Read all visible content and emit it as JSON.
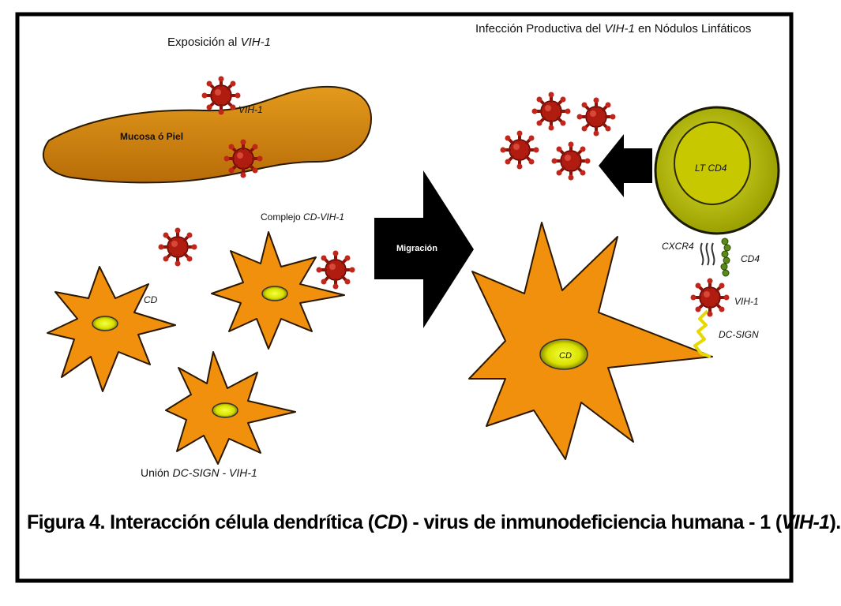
{
  "labels": {
    "exposure_title": "Exposición al",
    "exposure_virus": "VIH-1",
    "productive_title": "Infección Productiva del",
    "productive_virus": "VIH-1",
    "productive_tail": "en Nódulos Linfáticos",
    "virus": "VIH-1",
    "mucosa": "Mucosa ó Piel",
    "cd": "CD",
    "complex_prefix": "Complejo",
    "complex_suffix": "CD-VIH-1",
    "union_prefix": "Unión",
    "union_suffix": "DC-SIGN - VIH-1",
    "migration": "Migración",
    "lt": "LT CD4",
    "cxcr4": "CXCR4",
    "cd4": "CD4",
    "virus_right": "VIH-1",
    "dcsign": "DC-SIGN",
    "cd_big": "CD"
  },
  "caption": {
    "p1": "Figura 4. Interacción célula dendrítica (",
    "cd": "CD",
    "p2": ") - virus de inmunodeficiencia humana - 1 (",
    "vih": "VIH-1",
    "p3": ")."
  },
  "colors": {
    "cell_orange": "#f0900c",
    "nucleus_yellow": "#e8f000",
    "virus_red": "#b01c10",
    "mucosa_brown": "#d3860e",
    "lymphocyte_olive": "#b8b800",
    "arrow_black": "#000000",
    "dcsign_yellow": "#e6d800",
    "cd4_green": "#5a8a1a"
  }
}
